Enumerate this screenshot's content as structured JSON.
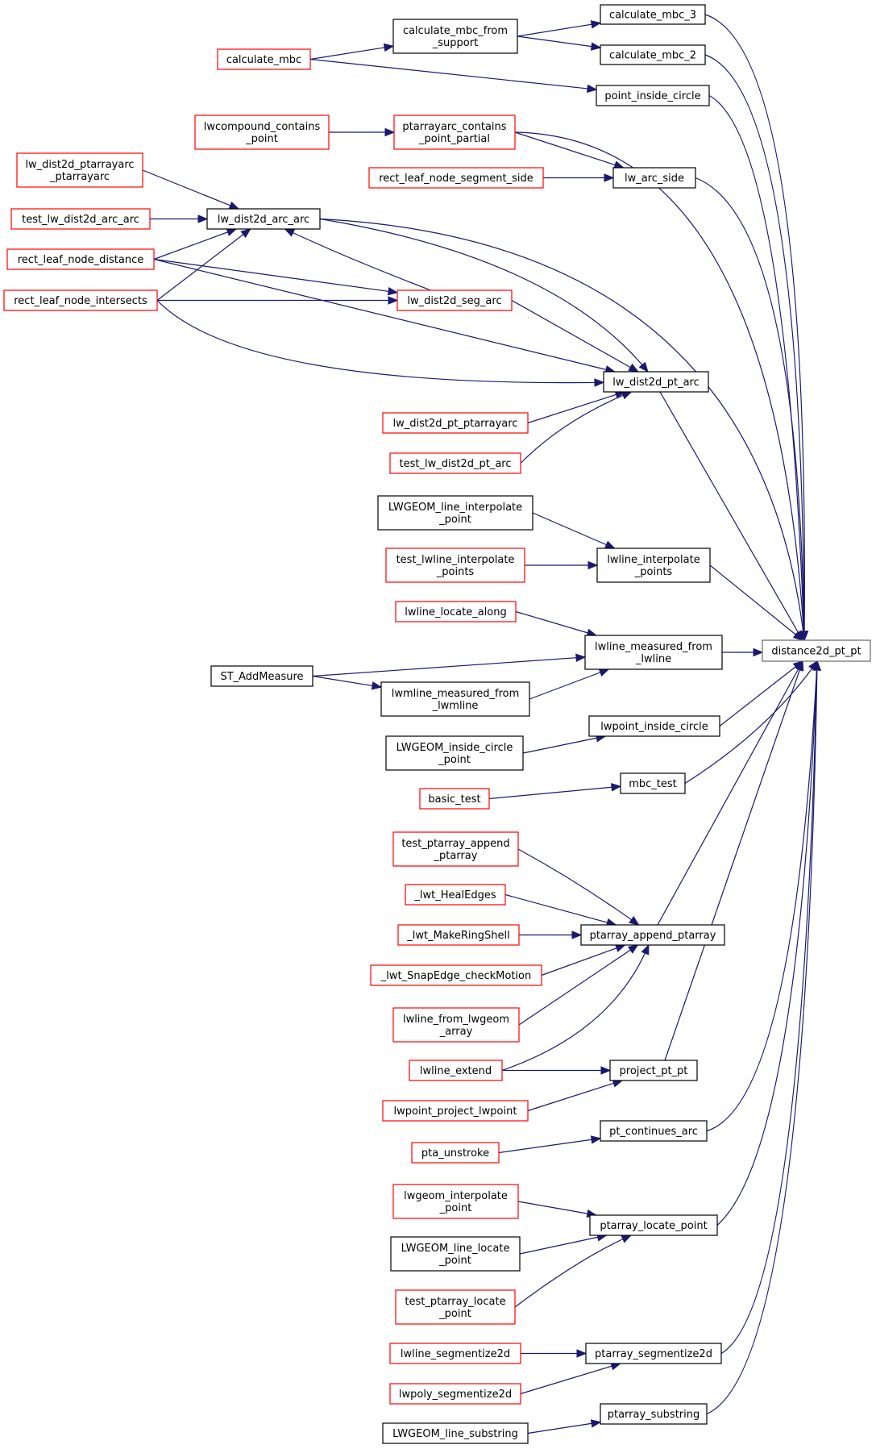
{
  "diagram": {
    "colors": {
      "edge": "#191970",
      "border_normal": "#000000",
      "border_linked": "#ff0000",
      "root_fill": "#bfbfbf"
    },
    "nodes": [
      {
        "id": "root",
        "lines": [
          "distance2d_pt_pt"
        ],
        "style": "root"
      },
      {
        "id": "calc_mbc_3",
        "lines": [
          "calculate_mbc_3"
        ],
        "style": "normal"
      },
      {
        "id": "calc_mbc_2",
        "lines": [
          "calculate_mbc_2"
        ],
        "style": "normal"
      },
      {
        "id": "calc_mbc_support",
        "lines": [
          "calculate_mbc_from",
          "_support"
        ],
        "style": "normal"
      },
      {
        "id": "calc_mbc",
        "lines": [
          "calculate_mbc"
        ],
        "style": "linked"
      },
      {
        "id": "pt_in_circle",
        "lines": [
          "point_inside_circle"
        ],
        "style": "normal"
      },
      {
        "id": "lwcompound",
        "lines": [
          "lwcompound_contains",
          "_point"
        ],
        "style": "linked"
      },
      {
        "id": "ptarrayarc_partial",
        "lines": [
          "ptarrayarc_contains",
          "_point_partial"
        ],
        "style": "linked"
      },
      {
        "id": "lw_arc_side",
        "lines": [
          "lw_arc_side"
        ],
        "style": "normal"
      },
      {
        "id": "rect_seg_side",
        "lines": [
          "rect_leaf_node_segment_side"
        ],
        "style": "linked"
      },
      {
        "id": "dist2d_ptarrayarc_ptarrayarc",
        "lines": [
          "lw_dist2d_ptarrayarc",
          "_ptarrayarc"
        ],
        "style": "linked"
      },
      {
        "id": "test_arc_arc",
        "lines": [
          "test_lw_dist2d_arc_arc"
        ],
        "style": "linked"
      },
      {
        "id": "dist2d_arc_arc",
        "lines": [
          "lw_dist2d_arc_arc"
        ],
        "style": "normal"
      },
      {
        "id": "rect_distance",
        "lines": [
          "rect_leaf_node_distance"
        ],
        "style": "linked"
      },
      {
        "id": "rect_intersects",
        "lines": [
          "rect_leaf_node_intersects"
        ],
        "style": "linked"
      },
      {
        "id": "dist2d_seg_arc",
        "lines": [
          "lw_dist2d_seg_arc"
        ],
        "style": "linked"
      },
      {
        "id": "dist2d_pt_arc",
        "lines": [
          "lw_dist2d_pt_arc"
        ],
        "style": "normal"
      },
      {
        "id": "dist2d_pt_ptarrayarc",
        "lines": [
          "lw_dist2d_pt_ptarrayarc"
        ],
        "style": "linked"
      },
      {
        "id": "test_pt_arc",
        "lines": [
          "test_lw_dist2d_pt_arc"
        ],
        "style": "linked"
      },
      {
        "id": "lwgeom_line_interp",
        "lines": [
          "LWGEOM_line_interpolate",
          "_point"
        ],
        "style": "normal"
      },
      {
        "id": "test_lwline_interp",
        "lines": [
          "test_lwline_interpolate",
          "_points"
        ],
        "style": "linked"
      },
      {
        "id": "lwline_interp",
        "lines": [
          "lwline_interpolate",
          "_points"
        ],
        "style": "normal"
      },
      {
        "id": "lwline_locate_along",
        "lines": [
          "lwline_locate_along"
        ],
        "style": "linked"
      },
      {
        "id": "lwline_measured",
        "lines": [
          "lwline_measured_from",
          "_lwline"
        ],
        "style": "normal"
      },
      {
        "id": "st_addmeasure",
        "lines": [
          "ST_AddMeasure"
        ],
        "style": "normal"
      },
      {
        "id": "lwmline_measured",
        "lines": [
          "lwmline_measured_from",
          "_lwmline"
        ],
        "style": "normal"
      },
      {
        "id": "lwpoint_in_circle",
        "lines": [
          "lwpoint_inside_circle"
        ],
        "style": "normal"
      },
      {
        "id": "lwgeom_in_circle",
        "lines": [
          "LWGEOM_inside_circle",
          "_point"
        ],
        "style": "normal"
      },
      {
        "id": "mbc_test",
        "lines": [
          "mbc_test"
        ],
        "style": "normal"
      },
      {
        "id": "basic_test",
        "lines": [
          "basic_test"
        ],
        "style": "linked"
      },
      {
        "id": "test_ptarray_append",
        "lines": [
          "test_ptarray_append",
          "_ptarray"
        ],
        "style": "linked"
      },
      {
        "id": "lwt_healedges",
        "lines": [
          "_lwt_HealEdges"
        ],
        "style": "linked"
      },
      {
        "id": "lwt_makeringshell",
        "lines": [
          "_lwt_MakeRingShell"
        ],
        "style": "linked"
      },
      {
        "id": "ptarray_append",
        "lines": [
          "ptarray_append_ptarray"
        ],
        "style": "normal"
      },
      {
        "id": "lwt_snapedge",
        "lines": [
          "_lwt_SnapEdge_checkMotion"
        ],
        "style": "linked"
      },
      {
        "id": "lwline_from_array",
        "lines": [
          "lwline_from_lwgeom",
          "_array"
        ],
        "style": "linked"
      },
      {
        "id": "lwline_extend",
        "lines": [
          "lwline_extend"
        ],
        "style": "linked"
      },
      {
        "id": "project_pt_pt",
        "lines": [
          "project_pt_pt"
        ],
        "style": "normal"
      },
      {
        "id": "lwpoint_project",
        "lines": [
          "lwpoint_project_lwpoint"
        ],
        "style": "linked"
      },
      {
        "id": "pt_continues_arc",
        "lines": [
          "pt_continues_arc"
        ],
        "style": "normal"
      },
      {
        "id": "pta_unstroke",
        "lines": [
          "pta_unstroke"
        ],
        "style": "linked"
      },
      {
        "id": "lwgeom_interp_point",
        "lines": [
          "lwgeom_interpolate",
          "_point"
        ],
        "style": "linked"
      },
      {
        "id": "ptarray_locate",
        "lines": [
          "ptarray_locate_point"
        ],
        "style": "normal"
      },
      {
        "id": "lwgeom_line_locate",
        "lines": [
          "LWGEOM_line_locate",
          "_point"
        ],
        "style": "normal"
      },
      {
        "id": "test_ptarray_locate",
        "lines": [
          "test_ptarray_locate",
          "_point"
        ],
        "style": "linked"
      },
      {
        "id": "lwline_segmentize",
        "lines": [
          "lwline_segmentize2d"
        ],
        "style": "linked"
      },
      {
        "id": "ptarray_segmentize",
        "lines": [
          "ptarray_segmentize2d"
        ],
        "style": "normal"
      },
      {
        "id": "lwpoly_segmentize",
        "lines": [
          "lwpoly_segmentize2d"
        ],
        "style": "linked"
      },
      {
        "id": "ptarray_substring",
        "lines": [
          "ptarray_substring"
        ],
        "style": "normal"
      },
      {
        "id": "lwgeom_line_substring",
        "lines": [
          "LWGEOM_line_substring"
        ],
        "style": "normal"
      }
    ]
  }
}
